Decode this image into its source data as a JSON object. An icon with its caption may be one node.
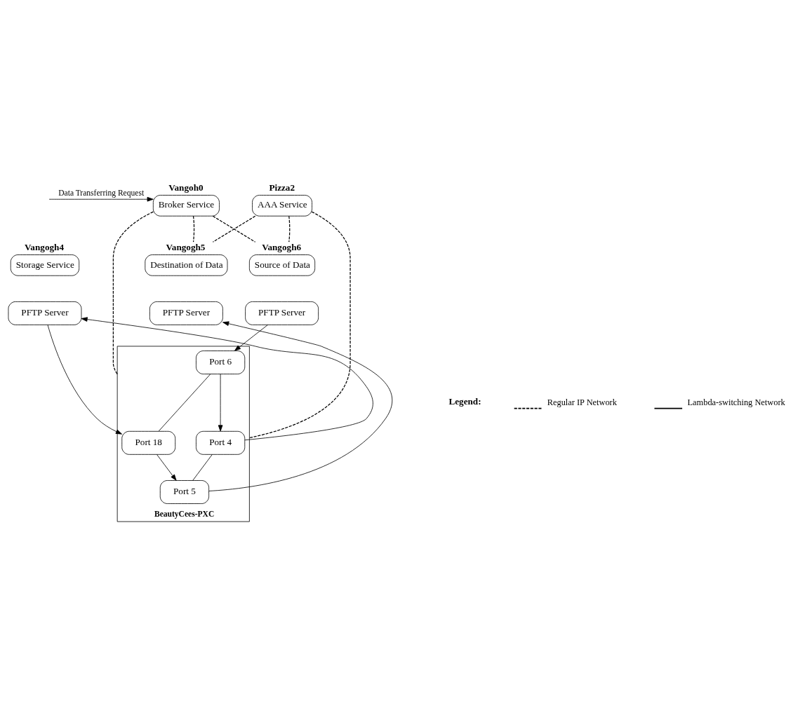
{
  "diagram": {
    "nodes": [
      {
        "text": [
          "Pizza2",
          "AAA Service"
        ]
      },
      {
        "text": [
          "Vangoh0",
          "Broker Service"
        ]
      },
      {
        "text": [
          "Vangogh6",
          "Source of Data"
        ]
      },
      {
        "text": [
          "PFTP Server"
        ]
      },
      {
        "text": [
          "Vangogh4",
          "Storage Service"
        ]
      },
      {
        "text": [
          "PFTP Server"
        ]
      },
      {
        "text": [
          "Vangogh5",
          "Destination of Data"
        ]
      },
      {
        "text": [
          "PFTP Server"
        ]
      },
      {
        "text": [
          "BeautyCees-PXC"
        ]
      },
      {
        "text": [
          "Port 4"
        ],
        "in": 8
      },
      {
        "text": [
          "Port 18"
        ],
        "in": 8
      },
      {
        "text": [
          "Port 6"
        ],
        "in": 8
      },
      {
        "text": [
          "Port 5"
        ],
        "in": 8
      }
    ],
    "edges": [
      {
        "from": null,
        "to": 1,
        "arrow": "to",
        "label": "Data Transferring Request"
      },
      {
        "from": 0,
        "to": 2,
        "arrow": "none",
        "style": "dashed"
      },
      {
        "from": 0,
        "to": 6,
        "arrow": "none",
        "style": "dashed"
      },
      {
        "from": 0,
        "to": 8,
        "arrow": "none",
        "style": "dashed"
      },
      {
        "from": 1,
        "to": 2,
        "arrow": "none",
        "style": "dashed"
      },
      {
        "from": 1,
        "to": 6,
        "arrow": "none",
        "style": "dashed"
      },
      {
        "from": 1,
        "to": 8,
        "arrow": "none",
        "style": "dashed"
      },
      {
        "from": 3,
        "to": 11,
        "arrow": "to"
      },
      {
        "from": 9,
        "to": 5,
        "arrow": "to"
      },
      {
        "from": 5,
        "to": 10,
        "arrow": "to"
      },
      {
        "from": 12,
        "to": 7,
        "arrow": "to"
      },
      {
        "from": 11,
        "to": 9,
        "arrow": "to"
      },
      {
        "from": 10,
        "to": 12,
        "arrow": "to"
      },
      {
        "from": 9,
        "to": 12,
        "arrow": "none"
      },
      {
        "from": 11,
        "to": 10,
        "arrow": "none"
      }
    ],
    "labels": [
      "Legend:"
    ],
    "legend": [
      {
        "text": "Regular IP Network"
      },
      {
        "text": "Lambda-switching Network"
      }
    ]
  }
}
